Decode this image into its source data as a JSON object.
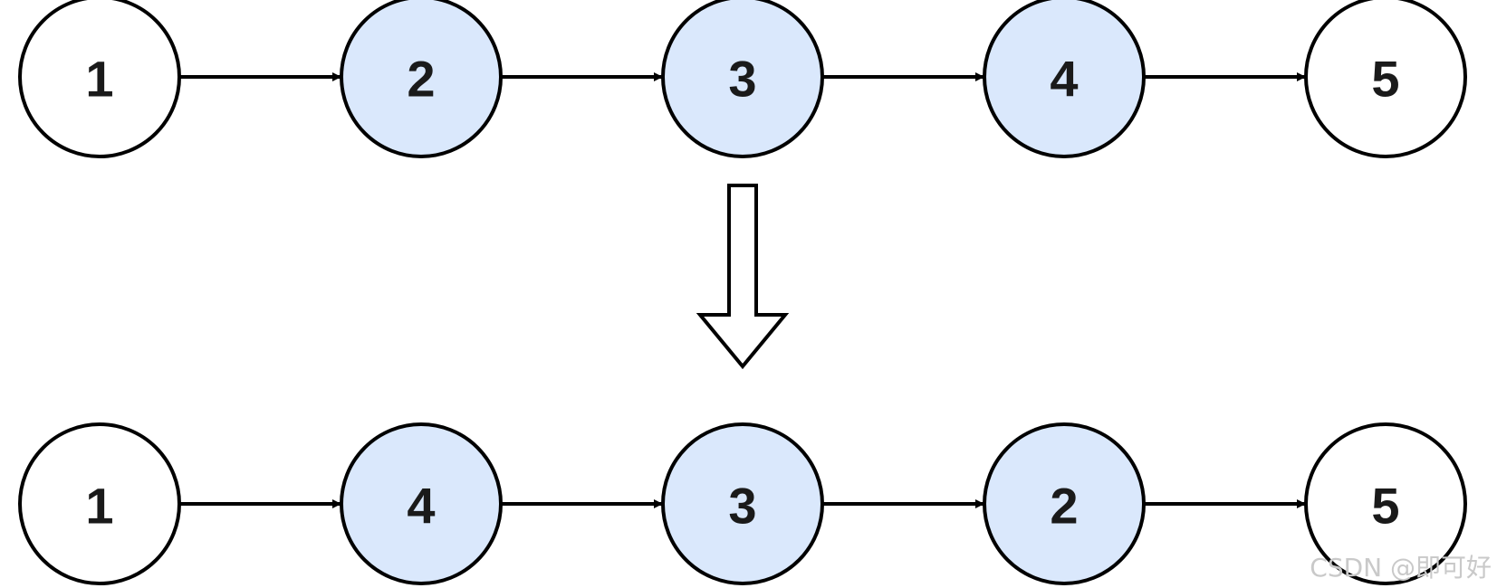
{
  "colors": {
    "highlight_fill": "#dae8fc",
    "plain_fill": "#ffffff",
    "stroke": "#000000"
  },
  "rows": [
    {
      "nodes": [
        {
          "label": "1",
          "highlighted": false
        },
        {
          "label": "2",
          "highlighted": true
        },
        {
          "label": "3",
          "highlighted": true
        },
        {
          "label": "4",
          "highlighted": true
        },
        {
          "label": "5",
          "highlighted": false
        }
      ]
    },
    {
      "nodes": [
        {
          "label": "1",
          "highlighted": false
        },
        {
          "label": "4",
          "highlighted": true
        },
        {
          "label": "3",
          "highlighted": true
        },
        {
          "label": "2",
          "highlighted": true
        },
        {
          "label": "5",
          "highlighted": false
        }
      ]
    }
  ],
  "transform_icon": "hollow-down-arrow-icon",
  "watermark": "CSDN @即可好"
}
